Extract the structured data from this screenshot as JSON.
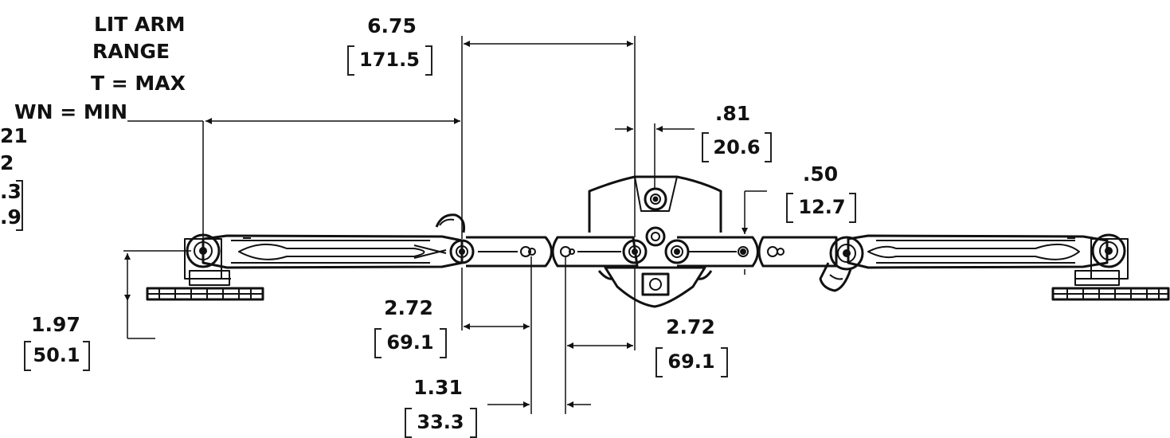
{
  "notes": {
    "lines": [
      "LIT ARM",
      "RANGE",
      "T = MAX",
      "WN = MIN",
      "21",
      "2",
      ".3",
      ".9"
    ]
  },
  "dimensions": {
    "d675": {
      "in": "6.75",
      "mm": "171.5"
    },
    "d081": {
      "in": ".81",
      "mm": "20.6"
    },
    "d050": {
      "in": ".50",
      "mm": "12.7"
    },
    "d197": {
      "in": "1.97",
      "mm": "50.1"
    },
    "d272a": {
      "in": "2.72",
      "mm": "69.1"
    },
    "d272b": {
      "in": "2.72",
      "mm": "69.1"
    },
    "d131": {
      "in": "1.31",
      "mm": "33.3"
    }
  }
}
